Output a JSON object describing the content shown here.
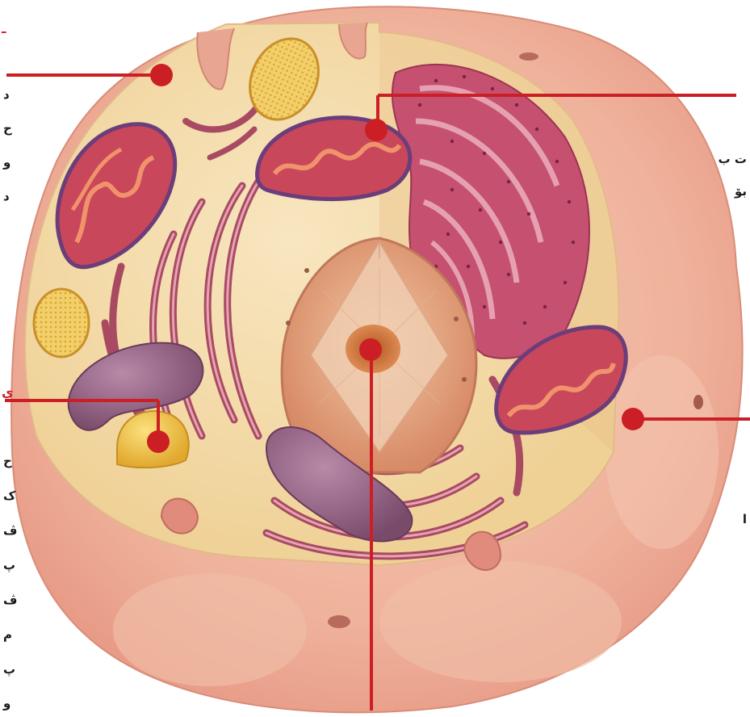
{
  "diagram": {
    "colors": {
      "leader_line": "#cc1e25",
      "cytoplasm": "#f4dba7",
      "cell_outer": "#efb29b",
      "mitochondria": "#c8475a",
      "nucleus": "#e9a583",
      "nucleolus": "#c9682f",
      "rough_er": "#c55070",
      "vesicle": "#f0c64a"
    },
    "side_text": {
      "top_left_heading": "ـ",
      "top_left_lines": [
        "د",
        "ح",
        "و",
        "د"
      ],
      "mid_left_heading": "ي",
      "mid_left_lines": [
        "ح",
        "ک",
        "ڤ",
        "پ",
        "ڤ",
        "م",
        "پ",
        "و"
      ],
      "right_upper_lines": [
        "ت ب",
        "بۆ"
      ],
      "right_lower_lines": [
        "ا"
      ]
    }
  }
}
